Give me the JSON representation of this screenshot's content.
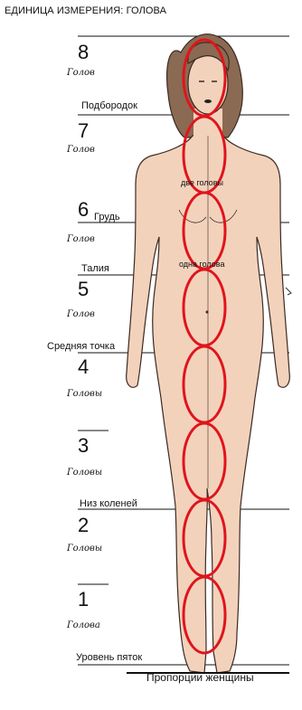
{
  "title": "ЕДИНИЦА ИЗМЕРЕНИЯ: ГОЛОВА",
  "heads": [
    {
      "num": "8",
      "unit": "Голов"
    },
    {
      "num": "7",
      "unit": "Голов"
    },
    {
      "num": "6",
      "unit": "Голов"
    },
    {
      "num": "5",
      "unit": "Голов"
    },
    {
      "num": "4",
      "unit": "Головы"
    },
    {
      "num": "3",
      "unit": "Головы"
    },
    {
      "num": "2",
      "unit": "Головы"
    },
    {
      "num": "1",
      "unit": "Голова"
    }
  ],
  "landmarks": {
    "chin": "Подбородок",
    "chest": "Грудь",
    "waist": "Талия",
    "midpoint": "Средняя точка",
    "knees": "Низ коленей",
    "heels": "Уровень пяток"
  },
  "inner_labels": {
    "shoulders": "две головы",
    "hips": "одна голова"
  },
  "caption": "Пропорции женщины",
  "colors": {
    "skin": "#f3d2bc",
    "outline": "#3a2a22",
    "hair": "#8a6a52",
    "ellipse": "#e0141c",
    "lines": "#111111"
  }
}
